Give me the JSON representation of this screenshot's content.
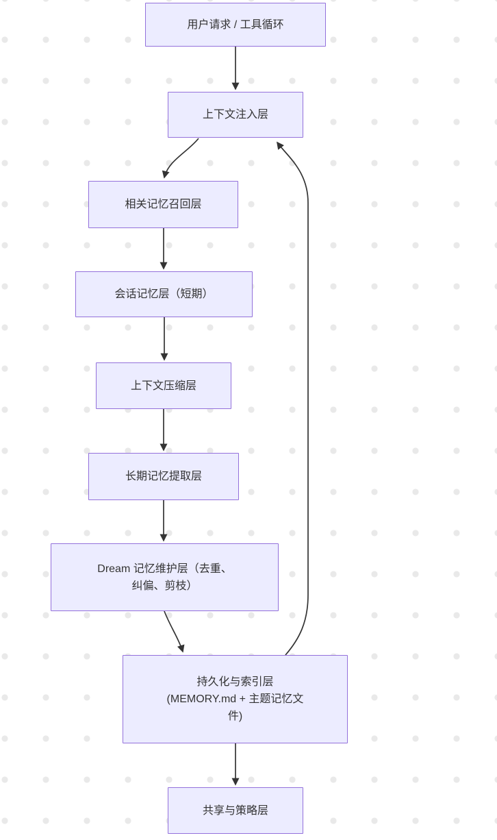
{
  "diagram": {
    "type": "flowchart-top-down",
    "nodes": [
      {
        "id": "user-request",
        "label": "用户请求 / 工具循环"
      },
      {
        "id": "context-injection",
        "label": "上下文注入层"
      },
      {
        "id": "memory-recall",
        "label": "相关记忆召回层"
      },
      {
        "id": "session-memory",
        "label": "会话记忆层（短期）"
      },
      {
        "id": "context-compression",
        "label": "上下文压缩层"
      },
      {
        "id": "longterm-extraction",
        "label": "长期记忆提取层"
      },
      {
        "id": "dream-maintenance",
        "label": "Dream 记忆维护层（去重、\n纠偏、剪枝）"
      },
      {
        "id": "persistence-index",
        "label": "持久化与索引层\n(MEMORY.md + 主题记忆文\n件)"
      },
      {
        "id": "sharing-strategy",
        "label": "共享与策略层"
      }
    ],
    "edges": [
      {
        "from": "user-request",
        "to": "context-injection"
      },
      {
        "from": "context-injection",
        "to": "memory-recall"
      },
      {
        "from": "memory-recall",
        "to": "session-memory"
      },
      {
        "from": "session-memory",
        "to": "context-compression"
      },
      {
        "from": "context-compression",
        "to": "longterm-extraction"
      },
      {
        "from": "longterm-extraction",
        "to": "dream-maintenance"
      },
      {
        "from": "dream-maintenance",
        "to": "persistence-index"
      },
      {
        "from": "persistence-index",
        "to": "sharing-strategy"
      },
      {
        "from": "persistence-index",
        "to": "context-injection"
      }
    ],
    "colors": {
      "node_fill": "#ECECFF",
      "node_border": "#9370DB",
      "edge": "#333333",
      "text": "#333333",
      "dot": "#e9e9e9"
    }
  }
}
